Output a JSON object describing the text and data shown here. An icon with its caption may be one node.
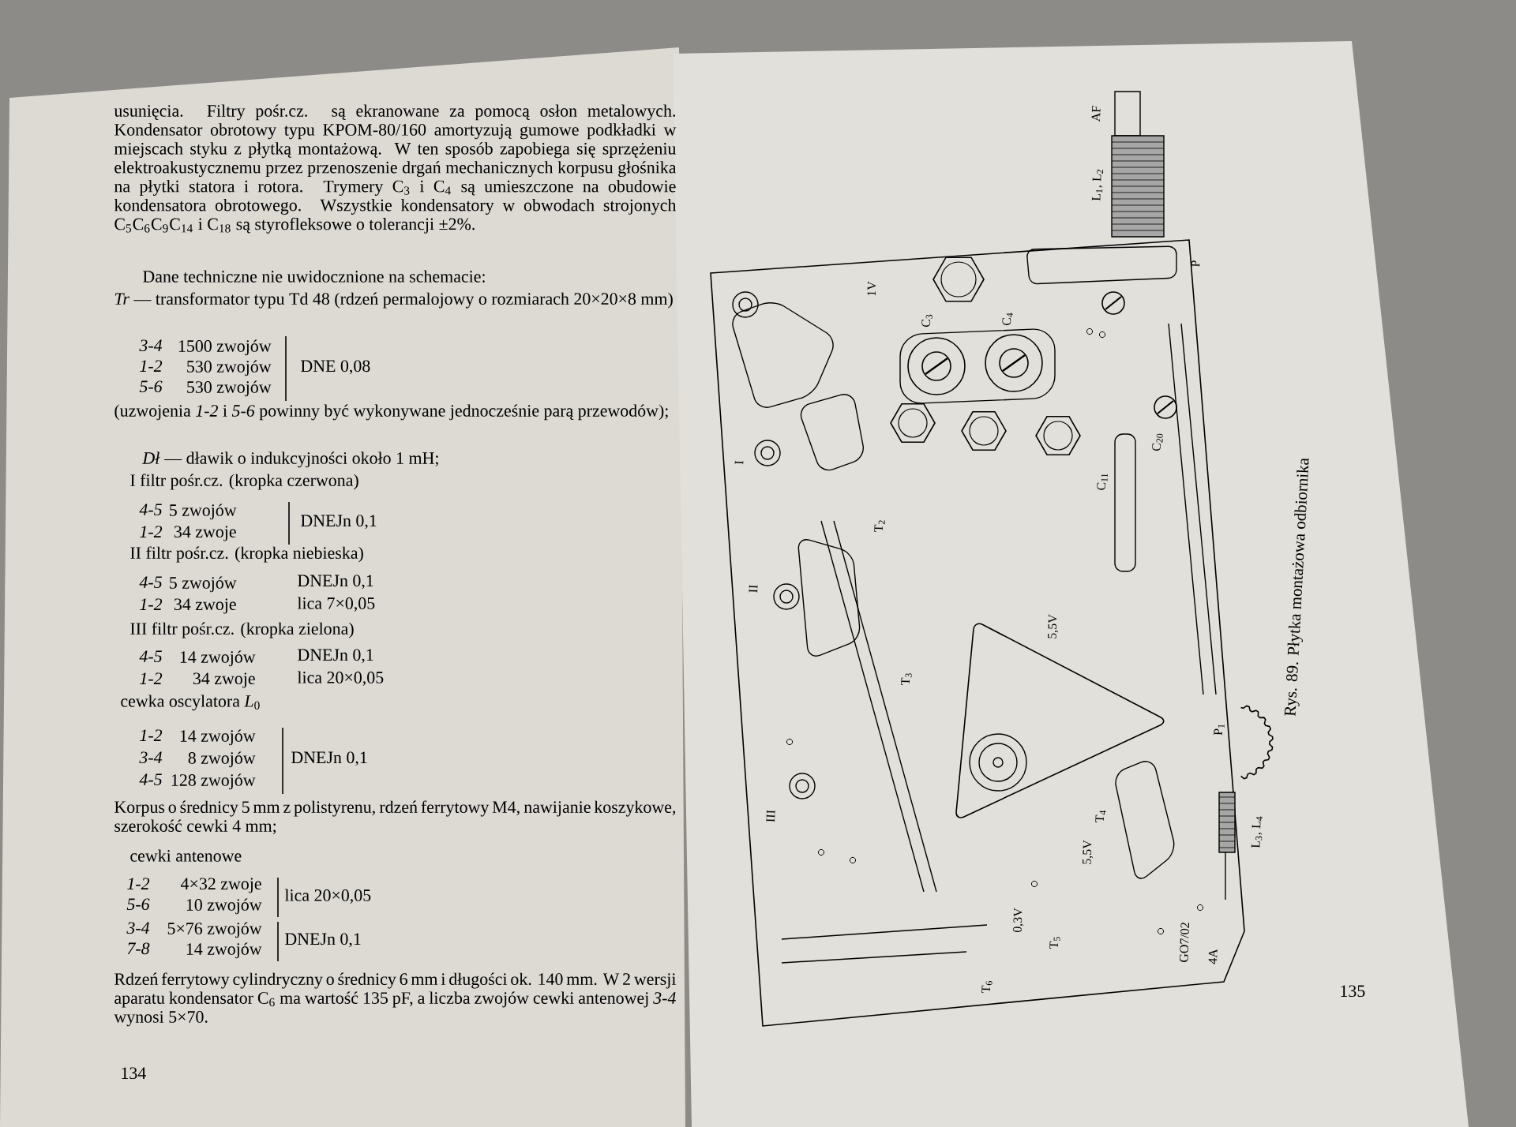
{
  "diagram": {
    "caption": "Rys. 89. Płytka montażowa odbiornika",
    "labels": [
      "usunięcia. Filtry pośr.cz. są ekranowane za pomocą osłon metalowych. Kondensator obrotowy typu KPOM-80/160 amortyzują gumowe podkładki w miejscach styku z płytką montażową. W ten sposób zapobiega się sprzężeniu elektroakustycznemu przez przenoszenie drgań mechanicznych korpusu głośnika na płytki statora i rotora. Trymery C$_{3}$ i C$_{4}$ są umieszczone na obudowie kondensatora obrotowego. Wszystkie kondensatory w obwodach strojonych C$_{5}$C$_{6}$C$_{9}$C$_{14}$ i C$_{18}$ są styrofleksowe o tolerancji ±2%.",
      "Dane techniczne nie uwidocznione na schemacie:",
      "*Tr* — transformator typu Td 48 (rdzeń permalojowy o rozmiarach 20×20×8 mm)",
      "3-4",
      "1500 zwojów",
      "1-2",
      "530 zwojów",
      "5-6",
      "530 zwojów",
      "DNE 0,08",
      "(uzwojenia *1-2* i *5-6* powinny być wykonywane jednocześnie parą przewodów);",
      "*Dł* — dławik o indukcyjności około 1 mH;",
      "I filtr pośr.cz. (kropka czerwona)",
      "4-5",
      "5 zwojów",
      "1-2",
      "34 zwoje",
      "DNEJn 0,1",
      "II filtr pośr.cz. (kropka niebieska)",
      "4-5",
      "5 zwojów",
      "DNEJn 0,1",
      "1-2",
      "34 zwoje",
      "lica 7×0,05",
      "III filtr pośr.cz. (kropka zielona)",
      "4-5",
      "14 zwojów",
      "DNEJn 0,1",
      "1-2",
      "34 zwoje",
      "lica 20×0,05",
      "cewka oscylatora *L*$_{0}$",
      "1-2",
      "14 zwojów",
      "3-4",
      "8 zwojów",
      "4-5",
      "128 zwojów",
      "DNEJn 0,1",
      "Korpus o średnicy 5 mm z polistyrenu, rdzeń ferrytowy M4, nawijanie koszykowe, szerokość cewki 4 mm;",
      "cewki antenowe",
      "1-2",
      "4×32 zwoje",
      "5-6",
      "10 zwojów",
      "lica 20×0,05",
      "3-4",
      "5×76 zwojów",
      "7-8",
      "14 zwojów",
      "DNEJn 0,1",
      "Rdzeń ferrytowy cylindryczny o średnicy 6 mm i długości ok. 140 mm. W 2 wersji aparatu kondensator C$_{6}$ ma wartość 135 pF, a liczba zwojów cewki antenowej *3-4* wynosi 5×70.",
      "134",
      "AF",
      "L$_{1}$, L$_{2}$",
      "P",
      "C$_{3}$",
      "C$_{4}$",
      "1V",
      "I",
      "II",
      "III",
      "T$_{2}$",
      "T$_{3}$",
      "5,5V",
      "C$_{11}$",
      "C$_{20}$",
      "P$_{1}$",
      "T$_{4}$",
      "5,5V",
      "L$_{3}$, L$_{4}$",
      "0,3V",
      "T$_{5}$",
      "GO7/02",
      "4A",
      "T$_{6}$",
      "135"
    ]
  }
}
